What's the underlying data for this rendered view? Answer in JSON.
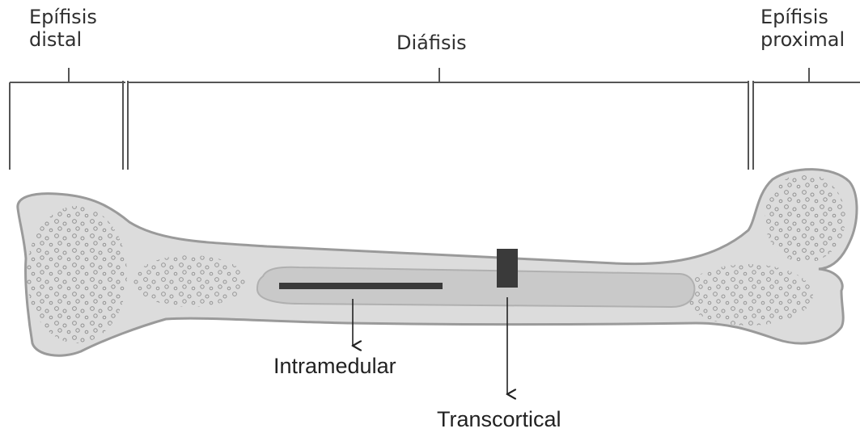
{
  "regions": {
    "distal": {
      "line1": "Epífisis",
      "line2": "distal"
    },
    "diaphysis": {
      "label": "Diáfisis"
    },
    "proximal": {
      "line1": "Epífisis",
      "line2": "proximal"
    }
  },
  "callouts": {
    "intramedullary": "Intramedular",
    "transcortical": "Transcortical"
  },
  "colors": {
    "bone_fill": "#dcdcdc",
    "bone_outline": "#9a9a9a",
    "canal_fill": "#c9c9c9",
    "implant": "#3a3a3a",
    "bracket": "#555555"
  }
}
